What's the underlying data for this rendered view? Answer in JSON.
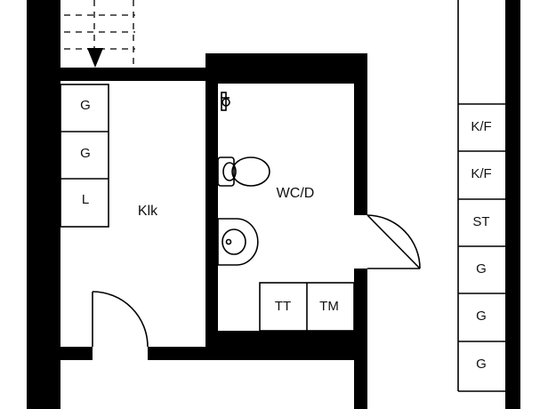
{
  "rooms": {
    "kitchen": "Klk",
    "wc": "WC/D"
  },
  "fixtures": {
    "left_cabinets": [
      "G",
      "G",
      "L"
    ],
    "laundry": [
      "TT",
      "TM"
    ],
    "right_column": [
      "K/F",
      "K/F",
      "ST",
      "G",
      "G",
      "G"
    ]
  },
  "stairs": {
    "direction": "down"
  },
  "colors": {
    "wall": "#000000",
    "background": "#ffffff"
  }
}
